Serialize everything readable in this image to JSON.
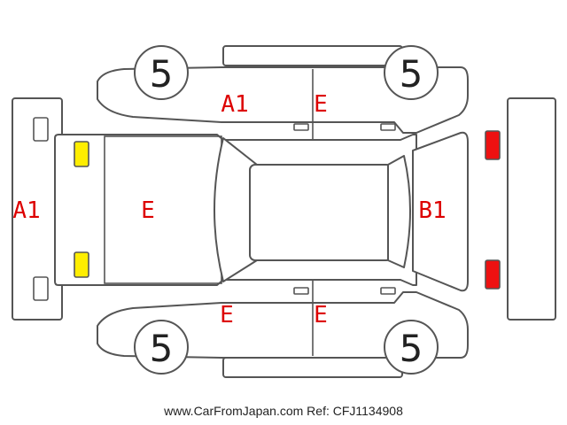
{
  "colors": {
    "damage_label": "#dd0000",
    "outline": "#555555",
    "yellow_light": "#ffee00",
    "red_light": "#ee1111"
  },
  "wheel_scores": {
    "front_left": "5",
    "rear_left": "5",
    "front_right": "5",
    "rear_right": "5"
  },
  "damage_codes": {
    "front_bumper": "A1",
    "hood": "E",
    "front_left_door": "A1",
    "rear_left_door": "E",
    "front_right_door": "E",
    "rear_right_door": "E",
    "rear_hatch": "B1"
  },
  "footer": {
    "text": "www.CarFromJapan.com Ref: CFJ1134908"
  }
}
